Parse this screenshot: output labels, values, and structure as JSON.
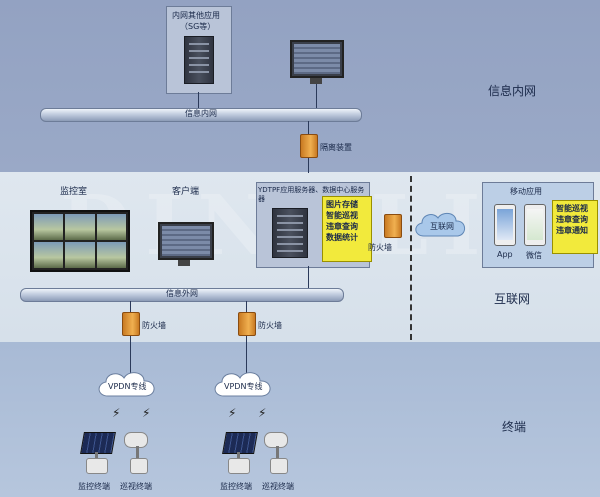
{
  "zones": {
    "intranet": "信息内网",
    "internet": "互联网",
    "terminal": "终端"
  },
  "intranet": {
    "other_apps_title": "内网其他应用",
    "other_apps_sub": "（SG等）",
    "bus_label": "信息内网",
    "isolation_label": "隔离装置"
  },
  "external": {
    "monitor_room": "监控室",
    "client": "客户端",
    "server_title": "YDTPF应用服务器、数据中心服务器",
    "server_functions": [
      "图片存储",
      "智能巡视",
      "违章查询",
      "数据统计"
    ],
    "bus_label": "信息外网",
    "firewall_center": "防火墙",
    "firewall_left": "防火墙",
    "firewall_right": "防火墙"
  },
  "internet": {
    "cloud_label": "互联网",
    "mobile_title": "移动应用",
    "app_label": "App",
    "wechat_label": "微信",
    "mobile_functions": [
      "智能巡视",
      "违章查询",
      "违章通知"
    ]
  },
  "terminal": {
    "vpdn_left": "VPDN专线",
    "vpdn_right": "VPDN专线",
    "devices": [
      "监控终端",
      "巡视终端",
      "监控终端",
      "巡视终端"
    ]
  },
  "watermark": "DINGLI"
}
